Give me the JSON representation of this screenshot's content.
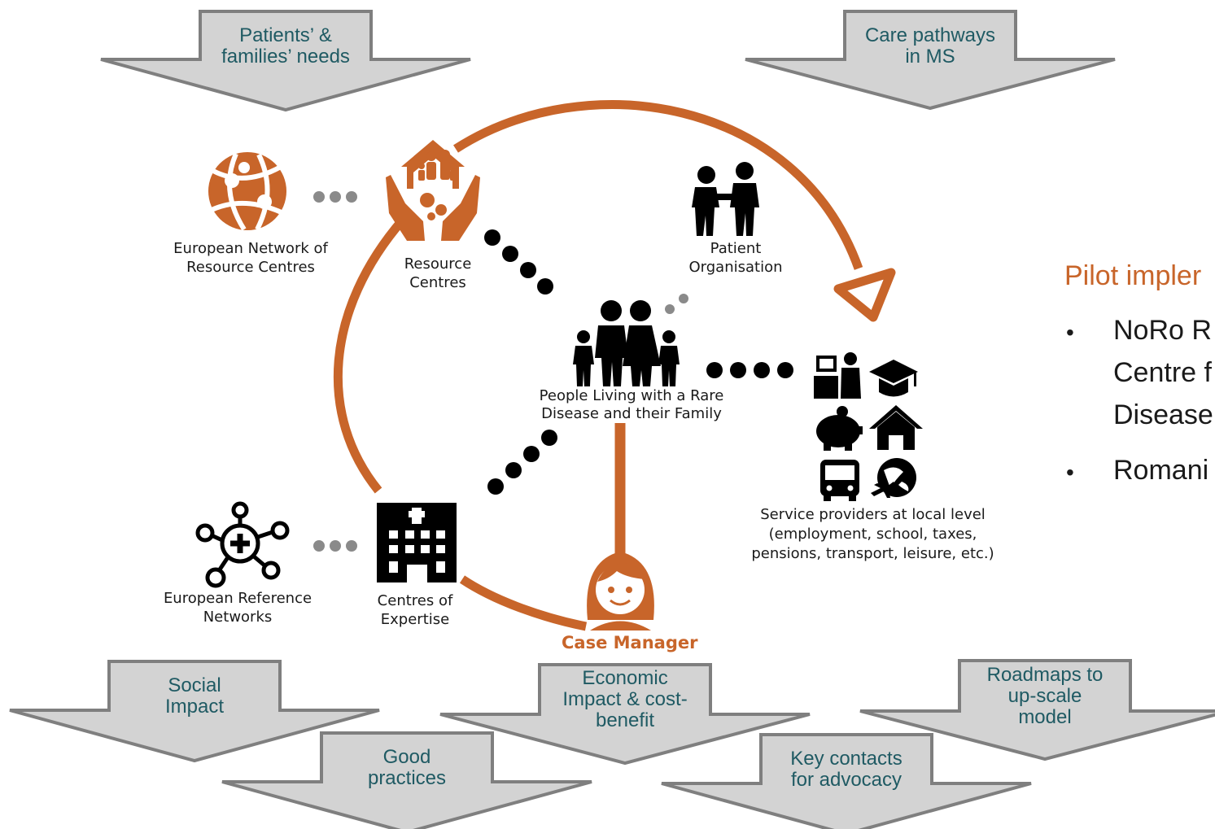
{
  "colors": {
    "accent": "#c8652a",
    "arrow_fill": "#d3d3d3",
    "arrow_stroke": "#7f7f7f",
    "arrow_text": "#1f5a63",
    "icon": "#000000"
  },
  "top_arrows": [
    {
      "line1": "Patients’ &",
      "line2": "families’ needs"
    },
    {
      "line1": "Care pathways",
      "line2": "in MS"
    }
  ],
  "bottom_arrows": [
    {
      "line1": "Social",
      "line2": "Impact"
    },
    {
      "line1": "Good",
      "line2": "practices"
    },
    {
      "line1": "Economic",
      "line2": "Impact & cost-",
      "line3": "benefit"
    },
    {
      "line1": "Key contacts",
      "line2": "for advocacy"
    },
    {
      "line1": "Roadmaps to",
      "line2": "up-scale",
      "line3": "model"
    }
  ],
  "nodes": {
    "european_network": {
      "line1": "European Network of",
      "line2": "Resource Centres",
      "icon": "globe-icon"
    },
    "resource_centres": {
      "line1": "Resource",
      "line2": "Centres",
      "icon": "hands-house-family-icon"
    },
    "patient_organisation": {
      "line1": "Patient",
      "line2": "Organisation",
      "icon": "handshake-people-icon"
    },
    "people_family": {
      "line1": "People Living with a Rare",
      "line2": "Disease and their Family",
      "icon": "family-icon"
    },
    "service_providers": {
      "line1": "Service providers at local level",
      "line2": "(employment, school, taxes,",
      "line3": "pensions, transport, leisure, etc.)",
      "icons": [
        "office-worker-icon",
        "graduation-cap-icon",
        "piggy-bank-icon",
        "house-icon",
        "bus-icon",
        "globe-plane-icon"
      ]
    },
    "european_reference": {
      "line1": "European Reference",
      "line2": "Networks",
      "icon": "network-medical-icon"
    },
    "centres_expertise": {
      "line1": "Centres of",
      "line2": "Expertise",
      "icon": "hospital-icon"
    },
    "case_manager": {
      "label": "Case Manager",
      "icon": "case-manager-face-icon"
    }
  },
  "side_panel": {
    "title": "Pilot impler",
    "items": [
      {
        "line1": "NoRo R",
        "line2": "Centre f",
        "line3": "Disease"
      },
      {
        "line1": "Romani"
      }
    ]
  }
}
